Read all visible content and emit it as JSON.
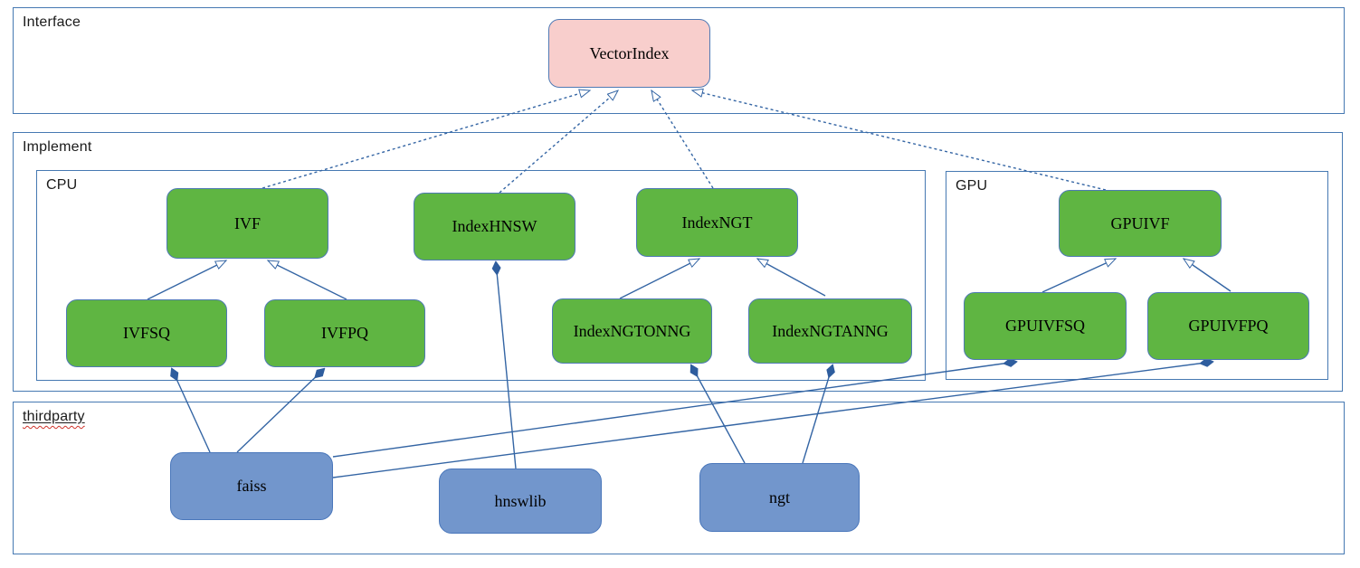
{
  "containers": {
    "interface": {
      "label": "Interface"
    },
    "implement": {
      "label": "Implement"
    },
    "cpu": {
      "label": "CPU"
    },
    "gpu": {
      "label": "GPU"
    },
    "thirdparty": {
      "label": "thirdparty",
      "spellcheck_underline": true
    }
  },
  "nodes": {
    "vectorindex": {
      "label": "VectorIndex",
      "group": "interface",
      "color": "pink"
    },
    "ivf": {
      "label": "IVF",
      "group": "cpu",
      "color": "green"
    },
    "indexhnsw": {
      "label": "IndexHNSW",
      "group": "cpu",
      "color": "green"
    },
    "indexngt": {
      "label": "IndexNGT",
      "group": "cpu",
      "color": "green"
    },
    "ivfsq": {
      "label": "IVFSQ",
      "group": "cpu",
      "color": "green"
    },
    "ivfpq": {
      "label": "IVFPQ",
      "group": "cpu",
      "color": "green"
    },
    "indexngtonng": {
      "label": "IndexNGTONNG",
      "group": "cpu",
      "color": "green"
    },
    "indexngtanng": {
      "label": "IndexNGTANNG",
      "group": "cpu",
      "color": "green"
    },
    "gpuivf": {
      "label": "GPUIVF",
      "group": "gpu",
      "color": "green"
    },
    "gpuivfsq": {
      "label": "GPUIVFSQ",
      "group": "gpu",
      "color": "green"
    },
    "gpuivfpq": {
      "label": "GPUIVFPQ",
      "group": "gpu",
      "color": "green"
    },
    "faiss": {
      "label": "faiss",
      "group": "thirdparty",
      "color": "blue"
    },
    "hnswlib": {
      "label": "hnswlib",
      "group": "thirdparty",
      "color": "blue"
    },
    "ngt": {
      "label": "ngt",
      "group": "thirdparty",
      "color": "blue"
    }
  },
  "relations": [
    {
      "from": "IVF",
      "to": "VectorIndex",
      "type": "realization-dashed-hollow-arrow"
    },
    {
      "from": "IndexHNSW",
      "to": "VectorIndex",
      "type": "realization-dashed-hollow-arrow"
    },
    {
      "from": "IndexNGT",
      "to": "VectorIndex",
      "type": "realization-dashed-hollow-arrow"
    },
    {
      "from": "GPUIVF",
      "to": "VectorIndex",
      "type": "realization-dashed-hollow-arrow"
    },
    {
      "from": "IVFSQ",
      "to": "IVF",
      "type": "generalization-hollow-arrow"
    },
    {
      "from": "IVFPQ",
      "to": "IVF",
      "type": "generalization-hollow-arrow"
    },
    {
      "from": "IndexNGTONNG",
      "to": "IndexNGT",
      "type": "generalization-hollow-arrow"
    },
    {
      "from": "IndexNGTANNG",
      "to": "IndexNGT",
      "type": "generalization-hollow-arrow"
    },
    {
      "from": "GPUIVFSQ",
      "to": "GPUIVF",
      "type": "generalization-hollow-arrow"
    },
    {
      "from": "GPUIVFPQ",
      "to": "GPUIVF",
      "type": "generalization-hollow-arrow"
    },
    {
      "from": "IVFSQ",
      "to": "faiss",
      "type": "composition-filled-diamond"
    },
    {
      "from": "IVFPQ",
      "to": "faiss",
      "type": "composition-filled-diamond"
    },
    {
      "from": "IndexHNSW",
      "to": "hnswlib",
      "type": "composition-filled-diamond"
    },
    {
      "from": "IndexNGTONNG",
      "to": "ngt",
      "type": "composition-filled-diamond"
    },
    {
      "from": "IndexNGTANNG",
      "to": "ngt",
      "type": "composition-filled-diamond"
    },
    {
      "from": "GPUIVFSQ",
      "to": "faiss",
      "type": "composition-filled-diamond"
    },
    {
      "from": "GPUIVFPQ",
      "to": "faiss",
      "type": "composition-filled-diamond"
    }
  ],
  "colors": {
    "node_pink": "#f8cecc",
    "node_green": "#5fb542",
    "node_blue": "#7296cc",
    "node_border": "#4f7ab5",
    "connector_blue": "#3465a4",
    "container_border": "#4679b2",
    "spellcheck_red": "#d0342c",
    "text": "#000000"
  }
}
